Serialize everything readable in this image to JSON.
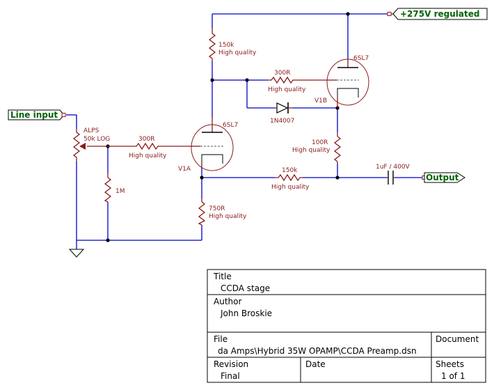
{
  "nets": {
    "supply": "+275V regulated",
    "input": "Line input",
    "output": "Output"
  },
  "components": {
    "r_plate_v1b": {
      "value": "150k",
      "note": "High quality"
    },
    "r_grid_v1b": {
      "value": "300R",
      "note": "High quality"
    },
    "tube_v1b": {
      "type": "6SL7",
      "ref": "V1B"
    },
    "diode": {
      "part": "1N4007"
    },
    "r_cathode_v1b": {
      "value": "100R",
      "note": "High quality"
    },
    "pot": {
      "brand": "ALPS",
      "value": "50k LOG"
    },
    "r_grid_v1a": {
      "value": "300R",
      "note": "High quality"
    },
    "tube_v1a": {
      "type": "6SL7",
      "ref": "V1A"
    },
    "r_1m": {
      "value": "1M"
    },
    "r_feedback": {
      "value": "150k",
      "note": "High quality"
    },
    "cap_out": {
      "value": "1uF / 400V"
    },
    "r_cathode_v1a": {
      "value": "750R",
      "note": "High quality"
    }
  },
  "title_block": {
    "title_label": "Title",
    "title": "CCDA stage",
    "author_label": "Author",
    "author": "John Broskie",
    "file_label": "File",
    "file": "da Amps\\Hybrid 35W OPAMP\\CCDA Preamp.dsn",
    "document_label": "Document",
    "revision_label": "Revision",
    "revision": "Final",
    "date_label": "Date",
    "sheets_label": "Sheets",
    "sheets": "1 of 1"
  }
}
